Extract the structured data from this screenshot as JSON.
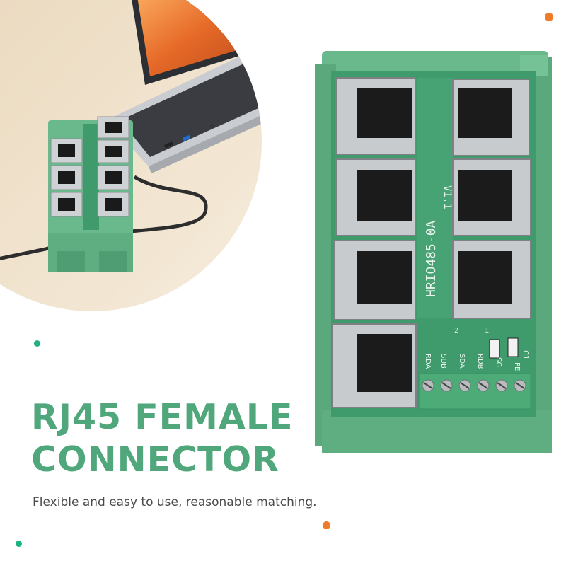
{
  "headline": {
    "line1": "RJ45 FEMALE",
    "line2": "CONNECTOR"
  },
  "tagline": "Flexible and easy to use, reasonable matching.",
  "board": {
    "silkscreen": "HRIO485-0A",
    "version": "V1.1",
    "terminal_labels": [
      "RDA",
      "SDB",
      "SDA",
      "RDB",
      "SG",
      "PE"
    ],
    "capacitor_label": "C1",
    "marker_2": "2",
    "marker_1": "1"
  },
  "colors": {
    "accent_green": "#4fa77b",
    "accent_orange": "#f07a2a",
    "housing_green": "#6ab98c",
    "pcb_green": "#3f9a6c"
  }
}
